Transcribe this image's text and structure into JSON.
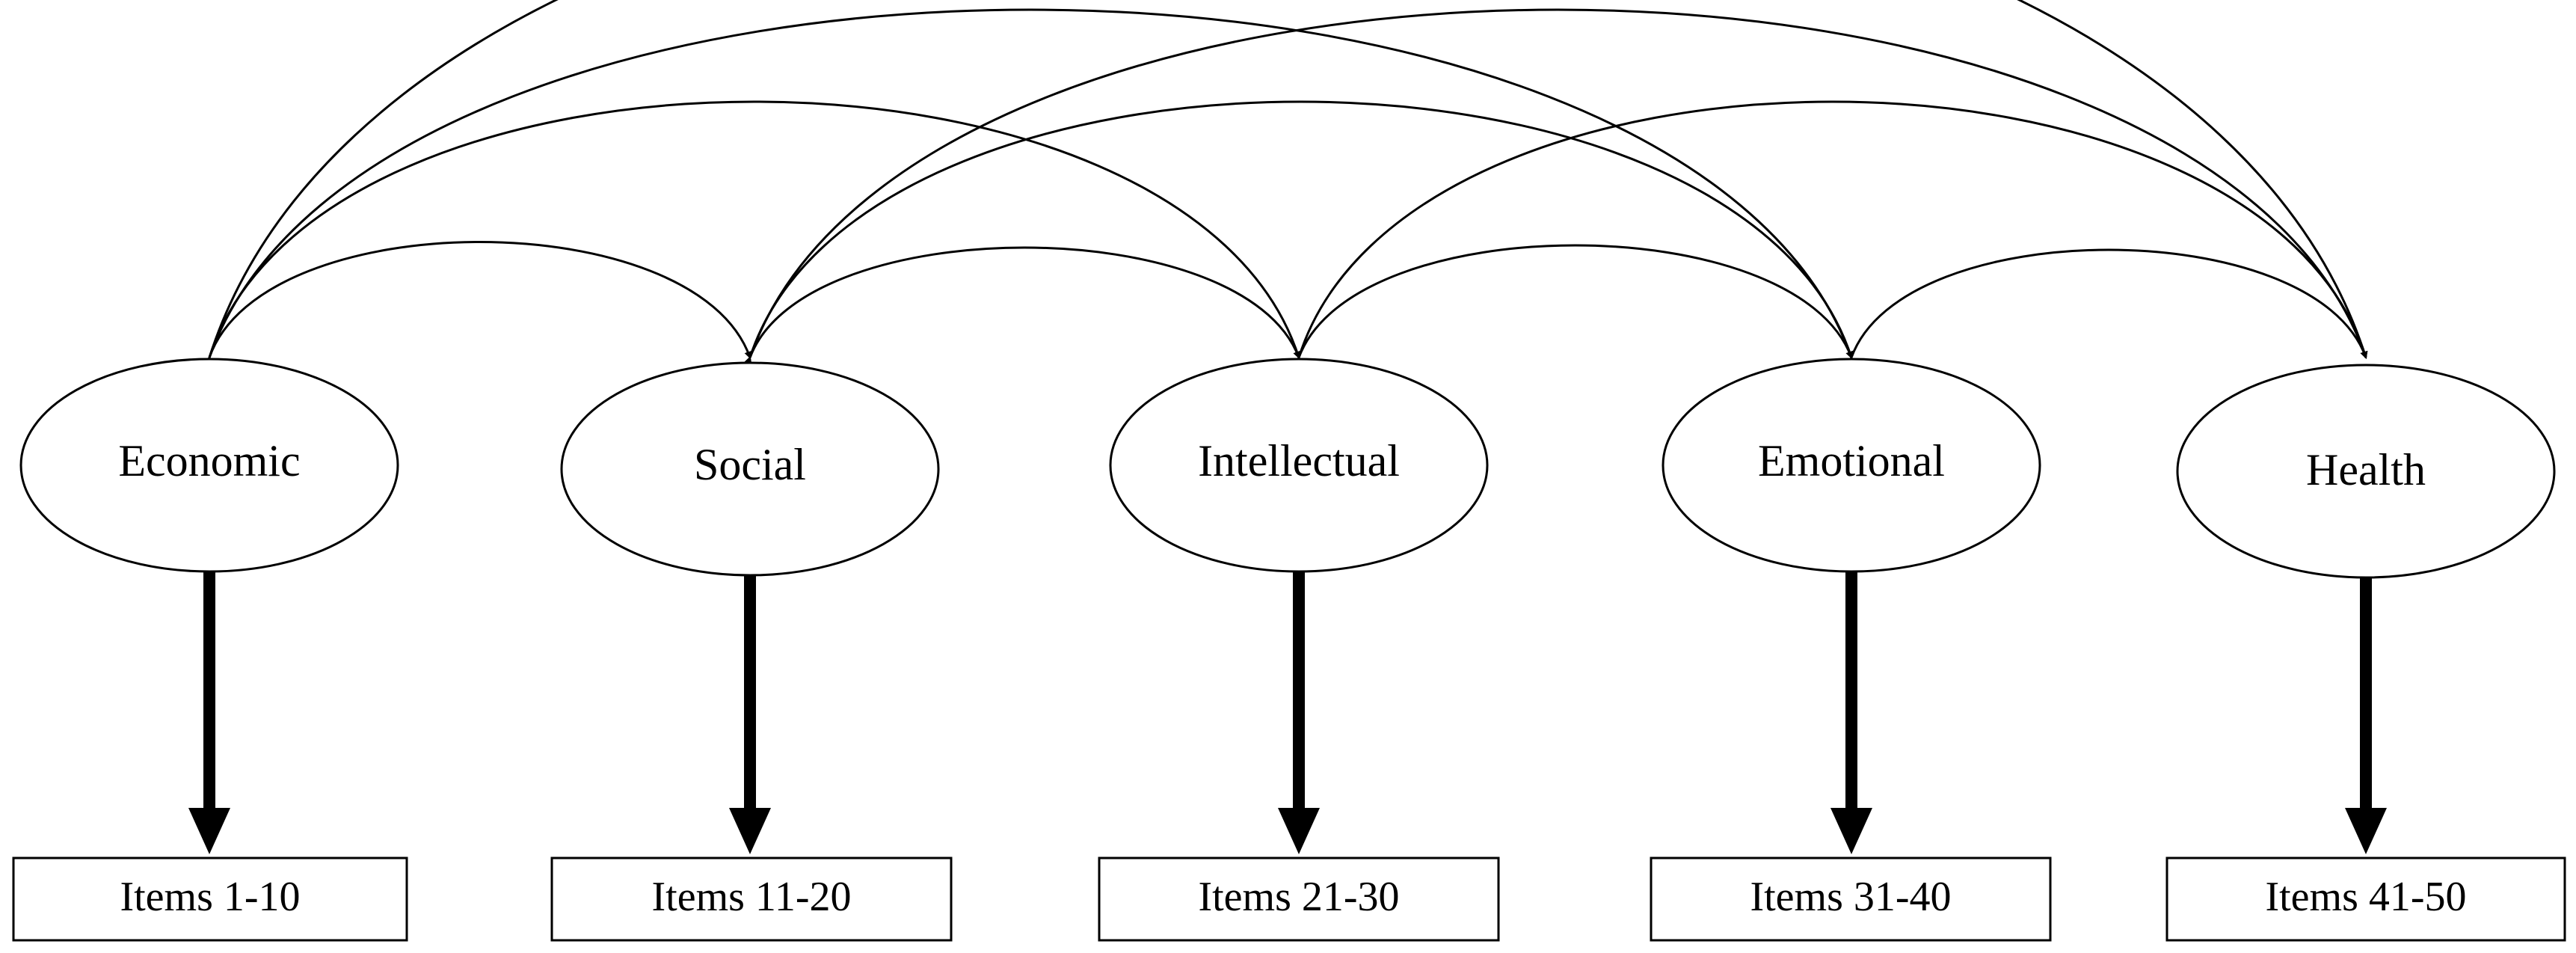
{
  "factors": [
    {
      "name": "Economic"
    },
    {
      "name": "Social"
    },
    {
      "name": "Intellectual"
    },
    {
      "name": "Emotional"
    },
    {
      "name": "Health"
    }
  ],
  "items": [
    {
      "label": "Items 1-10"
    },
    {
      "label": "Items 11-20"
    },
    {
      "label": "Items 21-30"
    },
    {
      "label": "Items 31-40"
    },
    {
      "label": "Items 41-50"
    }
  ],
  "covariances": [
    {
      "from": "Economic",
      "to": "Social"
    },
    {
      "from": "Economic",
      "to": "Intellectual"
    },
    {
      "from": "Economic",
      "to": "Emotional"
    },
    {
      "from": "Economic",
      "to": "Health"
    },
    {
      "from": "Social",
      "to": "Intellectual"
    },
    {
      "from": "Social",
      "to": "Emotional"
    },
    {
      "from": "Social",
      "to": "Health"
    },
    {
      "from": "Intellectual",
      "to": "Emotional"
    },
    {
      "from": "Intellectual",
      "to": "Health"
    },
    {
      "from": "Emotional",
      "to": "Health"
    }
  ],
  "colors": {
    "line": "#000000",
    "background": "#ffffff"
  }
}
